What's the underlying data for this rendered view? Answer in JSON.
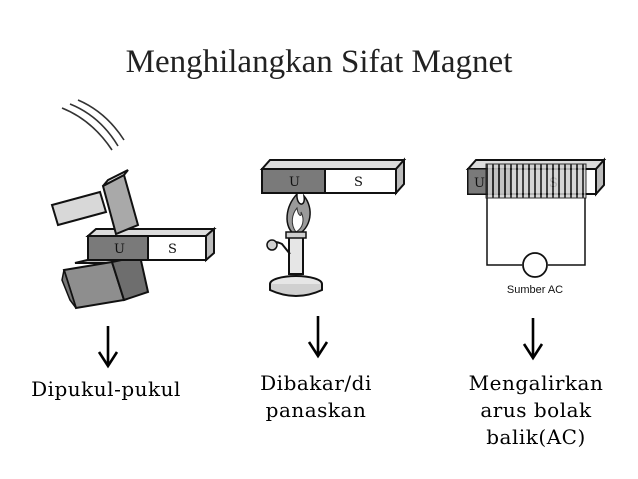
{
  "title": "Menghilangkan Sifat Magnet",
  "colors": {
    "magnet_u": "#7a7a7a",
    "magnet_s": "#ffffff",
    "stroke": "#111111",
    "rock": "#9a9a9a"
  },
  "methods": [
    {
      "pole_u": "U",
      "pole_s": "S",
      "caption_lines": [
        "Dipukul-pukul"
      ]
    },
    {
      "pole_u": "U",
      "pole_s": "S",
      "caption_lines": [
        "Dibakar/di",
        "panaskan"
      ]
    },
    {
      "pole_u": "U",
      "pole_s": "S",
      "source_label": "Sumber AC",
      "caption_lines": [
        "Mengalirkan",
        "arus bolak",
        "balik(AC)"
      ]
    }
  ],
  "icons": [
    "hammer-icon",
    "flame-icon",
    "burner-icon",
    "coil-icon",
    "arrow-down-icon"
  ]
}
